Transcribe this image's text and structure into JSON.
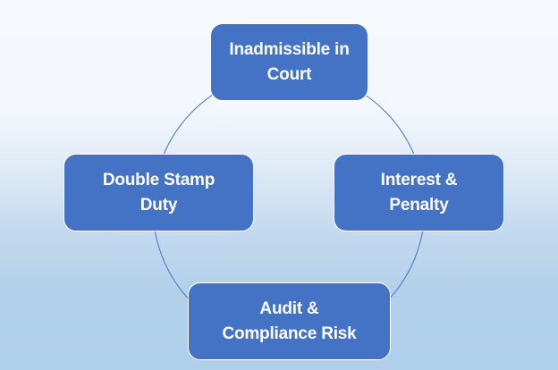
{
  "diagram": {
    "type": "cycle",
    "colors": {
      "node_fill": "#4472c4",
      "node_text": "#ffffff",
      "connector": "#4472c4"
    },
    "nodes": [
      {
        "id": "top",
        "line1": "Inadmissible in",
        "line2": "Court"
      },
      {
        "id": "right",
        "line1": "Interest &",
        "line2": "Penalty"
      },
      {
        "id": "bottom",
        "line1": "Audit &",
        "line2": "Compliance Risk"
      },
      {
        "id": "left",
        "line1": "Double Stamp",
        "line2": "Duty"
      }
    ]
  }
}
